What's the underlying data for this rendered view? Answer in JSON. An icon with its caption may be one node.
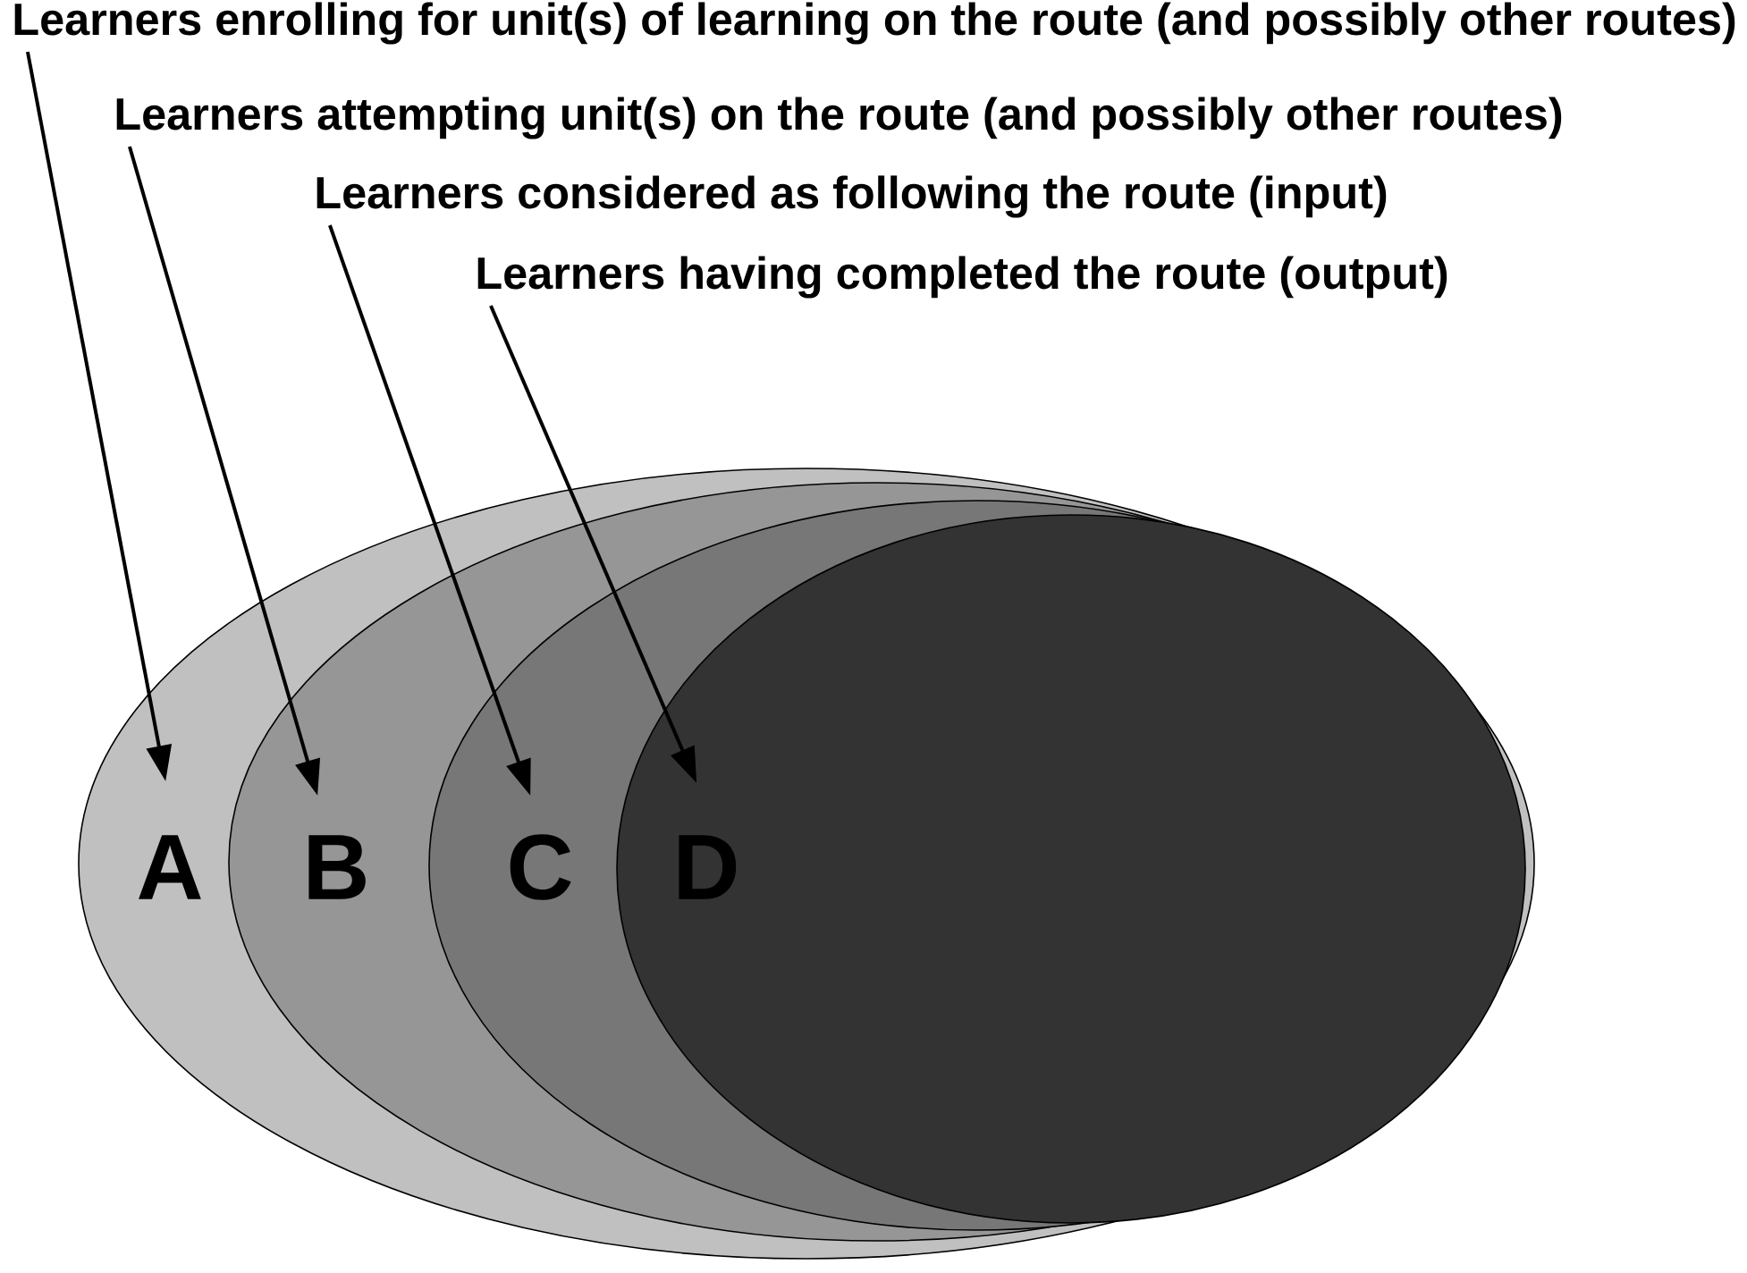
{
  "diagram": {
    "nodes": [
      {
        "text": [
          "Learners enrolling for unit(s) of learning on the route (and possibly other routes)"
        ]
      },
      {
        "text": [
          "Learners attempting unit(s) on the route (and possibly other routes)"
        ]
      },
      {
        "text": [
          "Learners considered as following the route (input)"
        ]
      },
      {
        "text": [
          "Learners having completed the route (output)"
        ]
      },
      {
        "text": [
          "A"
        ]
      },
      {
        "text": [
          "B"
        ],
        "in": 4
      },
      {
        "text": [
          "C"
        ],
        "in": 5
      },
      {
        "text": [
          "D"
        ],
        "in": 6
      }
    ],
    "edges": [
      {
        "from": 0,
        "to": 4,
        "arrow": "to"
      },
      {
        "from": 1,
        "to": 5,
        "arrow": "to"
      },
      {
        "from": 2,
        "to": 6,
        "arrow": "to"
      },
      {
        "from": 3,
        "to": 7,
        "arrow": "to"
      }
    ]
  }
}
